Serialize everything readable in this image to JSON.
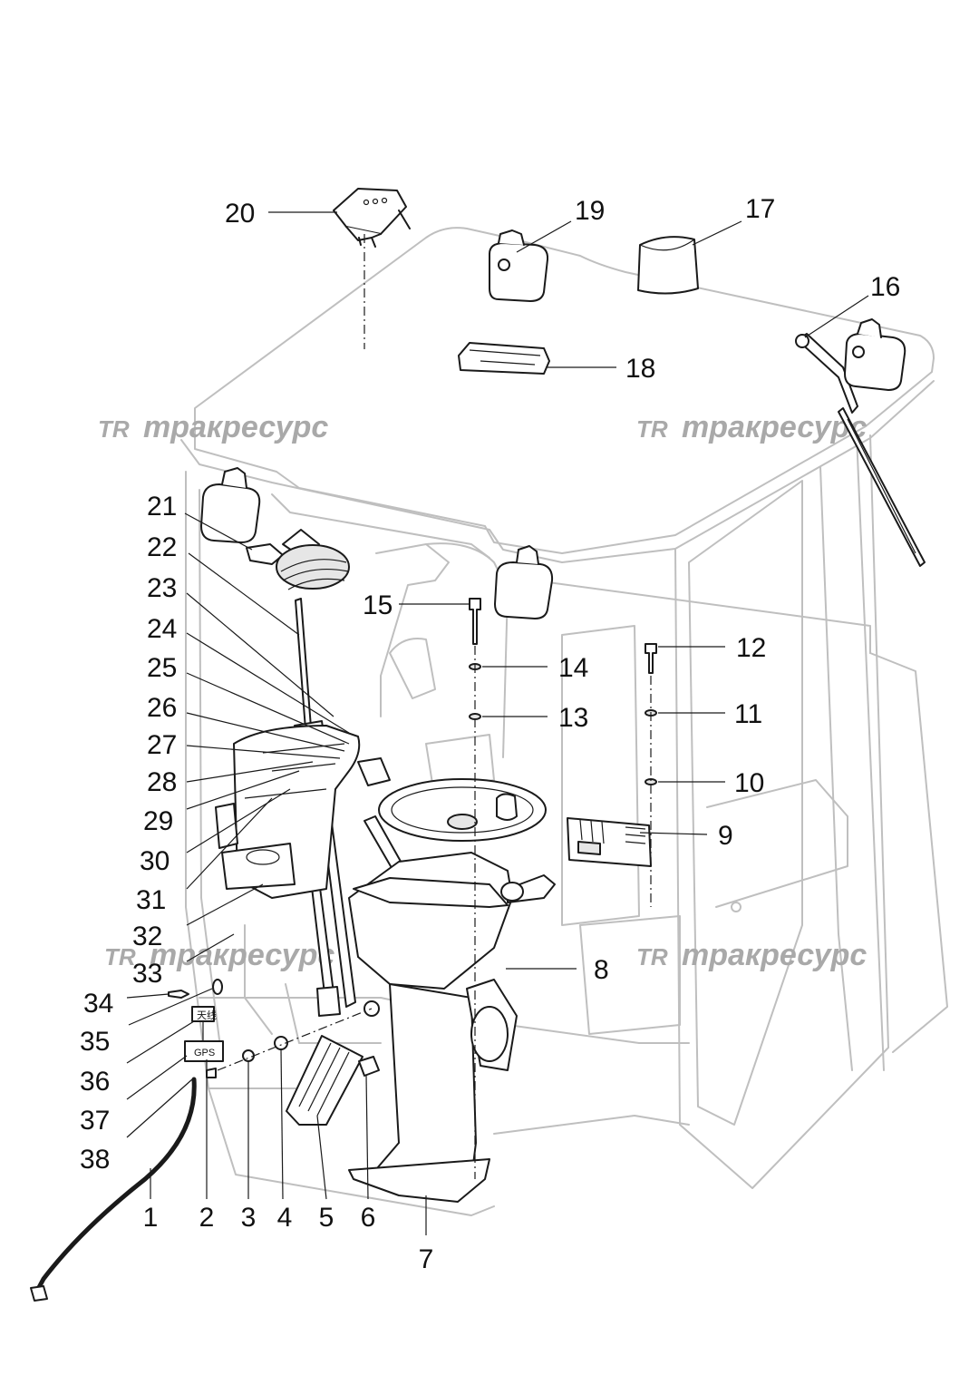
{
  "watermark": {
    "logo": "TR",
    "text": "тракресурс"
  },
  "callouts": [
    "1",
    "2",
    "3",
    "4",
    "5",
    "6",
    "7",
    "8",
    "9",
    "10",
    "11",
    "12",
    "13",
    "14",
    "15",
    "16",
    "17",
    "18",
    "19",
    "20",
    "21",
    "22",
    "23",
    "24",
    "25",
    "26",
    "27",
    "28",
    "29",
    "30",
    "31",
    "32",
    "33",
    "34",
    "35",
    "36",
    "37",
    "38"
  ],
  "tags": {
    "antenna": "天线",
    "gps": "GPS"
  }
}
